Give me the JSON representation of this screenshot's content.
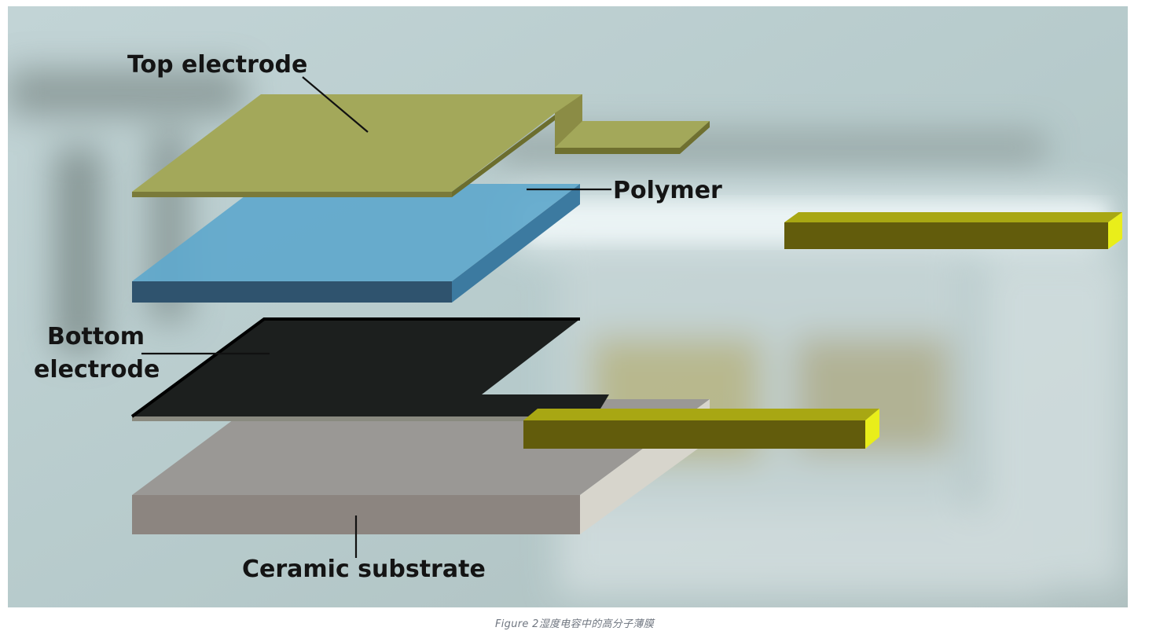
{
  "labels": {
    "top_electrode": "Top electrode",
    "polymer": "Polymer",
    "bottom_electrode_line1": "Bottom",
    "bottom_electrode_line2": "electrode",
    "ceramic_substrate": "Ceramic substrate"
  },
  "caption": "Figure 2湿度电容中的高分子薄膜",
  "colors": {
    "top_electrode": "#a3a85a",
    "polymer": "#5fa8cc",
    "bottom_electrode": "#1c1f1e",
    "ceramic_substrate": "#9a9895",
    "lead_wire": "#6a6410",
    "background": "#b9cccc"
  }
}
